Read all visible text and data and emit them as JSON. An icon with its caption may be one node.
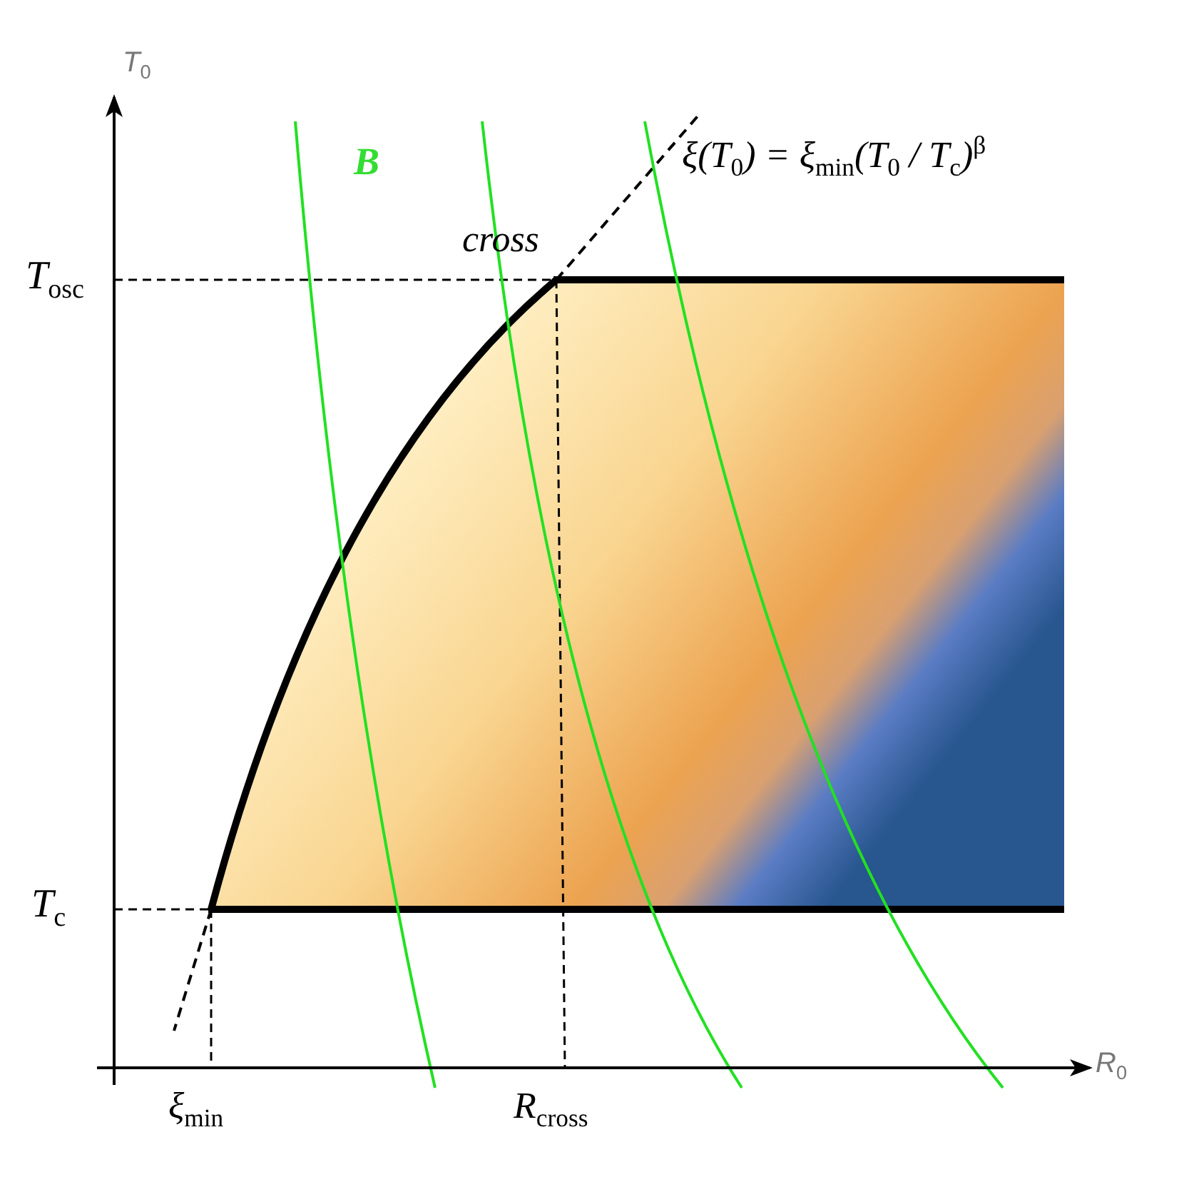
{
  "diagram": {
    "labels": [
      "T$_{0}$",
      "B",
      "ξ(T$_{0}$) = ξ$_{min}$(T$_{0}$ / T$_{c}$)$^{β}$",
      "cross",
      "T$_{osc}$",
      "T$_{c}$",
      "R$_{0}$",
      "ξ$_{min}$",
      "R$_{cross}$"
    ]
  }
}
